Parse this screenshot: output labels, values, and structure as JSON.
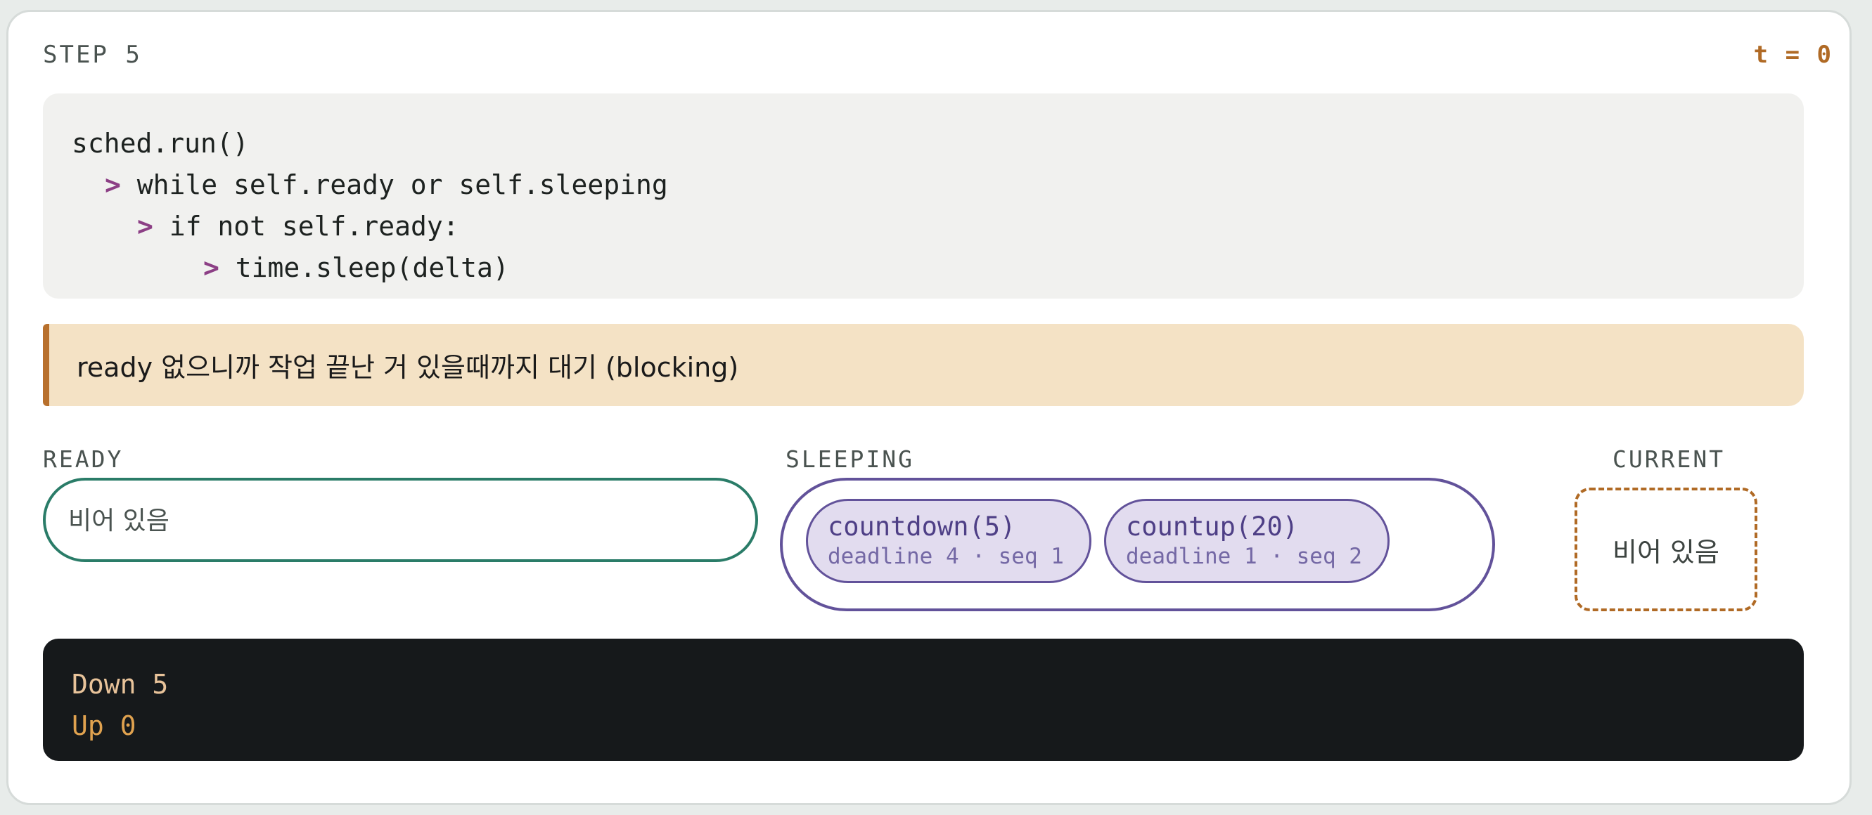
{
  "header": {
    "step": "STEP 5",
    "time": "t = 0"
  },
  "code": [
    {
      "arrow": "",
      "text": "sched.run()"
    },
    {
      "arrow": ">",
      "text": "while self.ready or self.sleeping"
    },
    {
      "arrow": ">",
      "text": "if not self.ready:"
    },
    {
      "arrow": ">",
      "text": "time.sleep(delta)"
    }
  ],
  "note": "ready 없으니까 작업 끝난 거 있을때까지 대기 (blocking)",
  "ready": {
    "label": "READY",
    "empty_text": "비어 있음"
  },
  "sleeping": {
    "label": "SLEEPING",
    "tasks": [
      {
        "name": "countdown(5)",
        "meta": "deadline 4 · seq 1"
      },
      {
        "name": "countup(20)",
        "meta": "deadline 1 · seq 2"
      }
    ]
  },
  "current": {
    "label": "CURRENT",
    "empty_text": "비어 있음"
  },
  "output": [
    {
      "text": "Down 5",
      "color": "#e8c39a"
    },
    {
      "text": "Up 0",
      "color": "#e0a24f"
    }
  ],
  "colors": {
    "accent_orange": "#b06a25",
    "ready_green": "#2a7c68",
    "sleeping_purple": "#62529a",
    "arrow_purple": "#8c3f85",
    "note_bg": "#f4e2c5",
    "terminal_bg": "#16191b"
  }
}
